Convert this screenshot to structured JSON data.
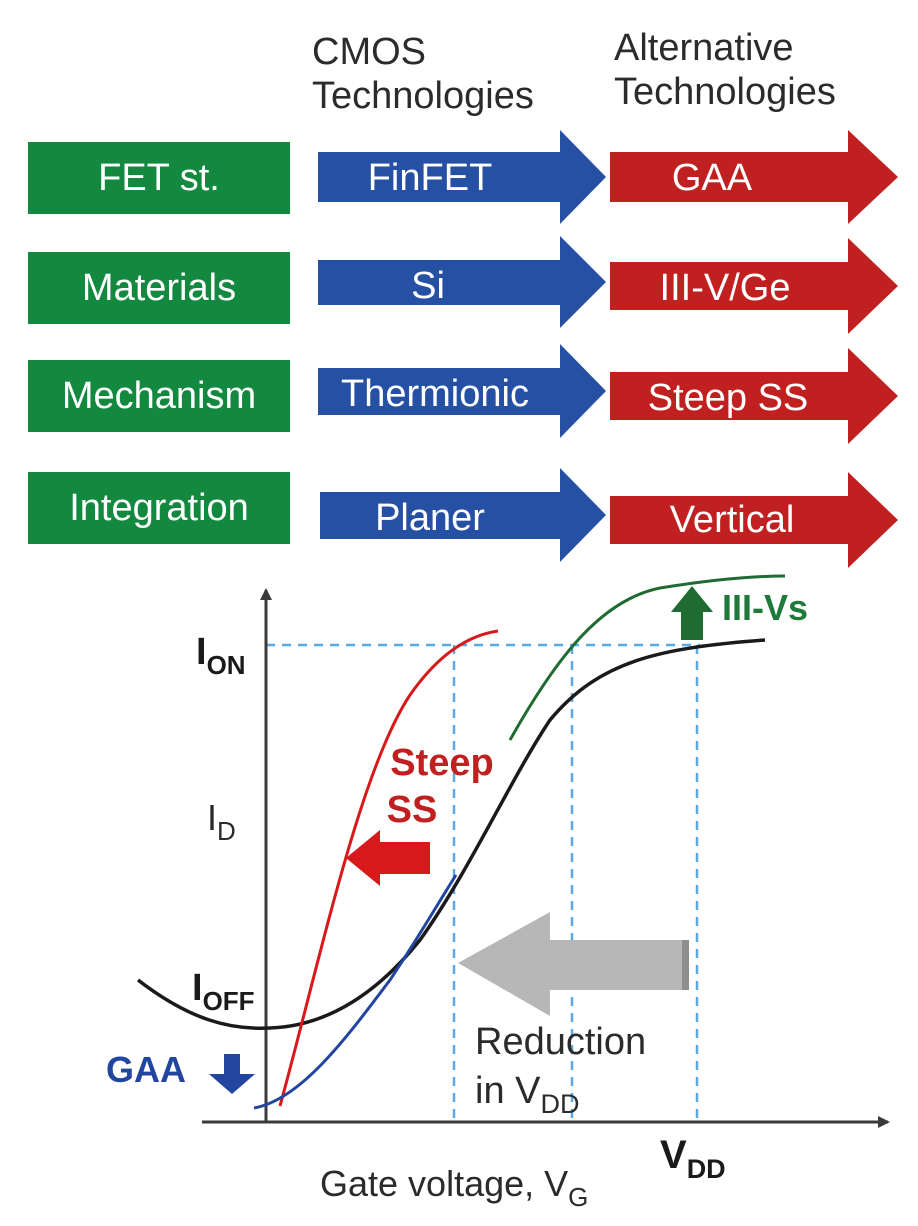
{
  "headers": {
    "cmos": [
      "CMOS",
      "Technologies"
    ],
    "alternative": [
      "Alternative",
      "Technologies"
    ]
  },
  "rows": [
    {
      "category": "FET st.",
      "cmos": "FinFET",
      "alternative": "GAA"
    },
    {
      "category": "Materials",
      "cmos": "Si",
      "alternative": "III-V/Ge"
    },
    {
      "category": "Mechanism",
      "cmos": "Thermionic",
      "alternative": "Steep SS"
    },
    {
      "category": "Integration",
      "cmos": "Planer",
      "alternative": "Vertical"
    }
  ],
  "plot": {
    "y_label": {
      "main": "I",
      "sub": "D"
    },
    "x_label": {
      "main": "Gate voltage, V",
      "sub": "G"
    },
    "i_on": {
      "main": "I",
      "sub": "ON"
    },
    "i_off": {
      "main": "I",
      "sub": "OFF"
    },
    "v_dd": {
      "main": "V",
      "sub": "DD"
    },
    "annotations": {
      "steep_ss": [
        "Steep",
        "SS"
      ],
      "iii_vs": "III-Vs",
      "gaa": "GAA",
      "reduction": {
        "line1": "Reduction",
        "line2_main": "in V",
        "line2_sub": "DD"
      }
    }
  },
  "colors": {
    "category_box": "#13883f",
    "cmos_arrow": "#2550a3",
    "alternative_arrow": "#c0201f",
    "baseline_curve": "#1a1a1a",
    "steep_ss": "#d8191c",
    "iii_v": "#1f6b31",
    "gaa": "#2246a0",
    "guide_lines": "#5aa9e6",
    "reduction_arrow": "#b7b7b7"
  }
}
